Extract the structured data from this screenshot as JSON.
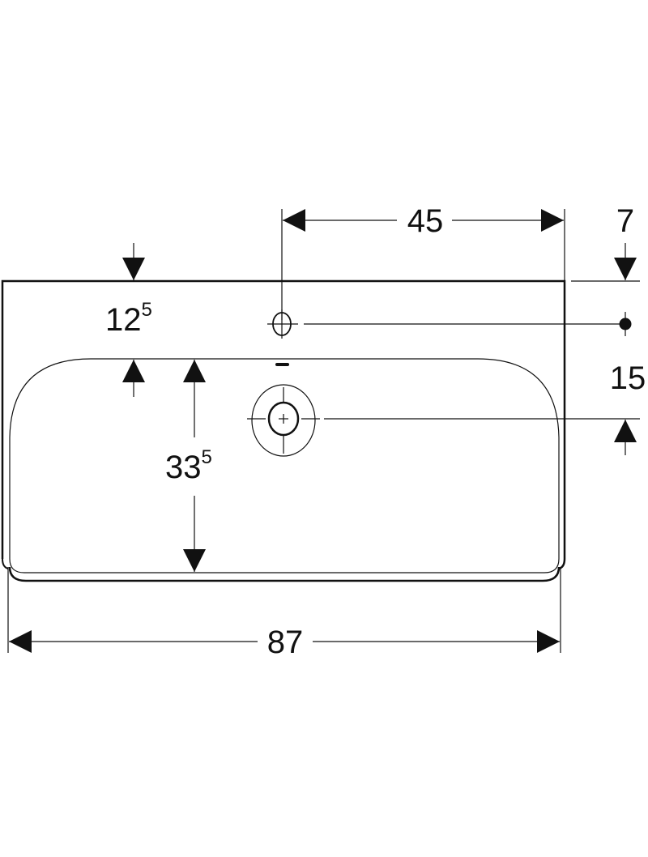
{
  "drawing": {
    "line_color": "#111111",
    "dimensions": {
      "overall_width": "87",
      "tap_hole_offset": "45",
      "back_edge_offset": "7",
      "tap_to_drain": "15",
      "rim_depth_main": "12",
      "rim_depth_sup": "5",
      "bowl_depth_main": "33",
      "bowl_depth_sup": "5"
    }
  }
}
